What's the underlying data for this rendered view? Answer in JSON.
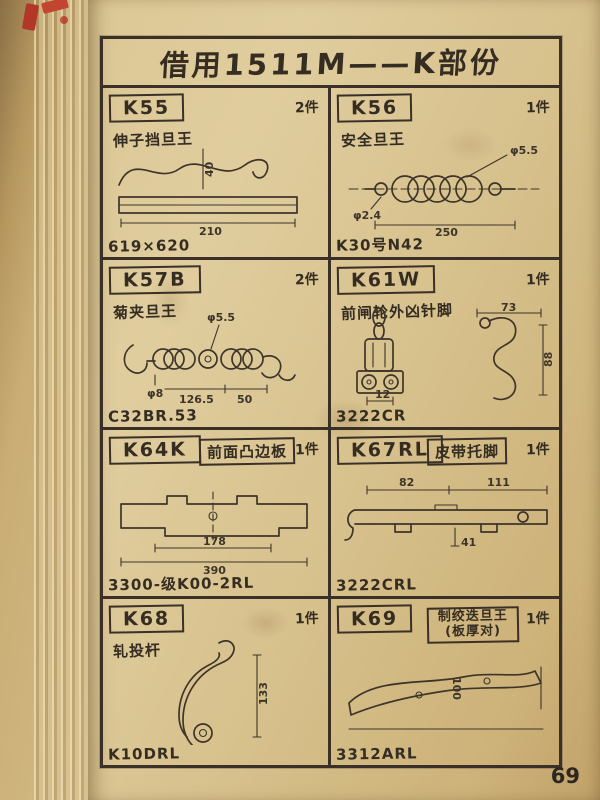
{
  "page": {
    "title": "借用1511M——K部份",
    "page_number": "69"
  },
  "cells": [
    {
      "part_no": "K55",
      "qty": "2件",
      "name": "伸子挡旦王",
      "dims": [
        "40",
        "210"
      ],
      "footer": "619×620"
    },
    {
      "part_no": "K56",
      "qty": "1件",
      "name": "安全旦王",
      "dims": [
        "φ5.5",
        "φ2.4",
        "250"
      ],
      "footer": "K30号N42"
    },
    {
      "part_no": "K57B",
      "qty": "2件",
      "name": "菊夹旦王",
      "dims": [
        "φ5.5",
        "φ8",
        "126.5",
        "50"
      ],
      "footer": "C32BR.53"
    },
    {
      "part_no": "K61W",
      "qty": "1件",
      "name": "前闸轮外凶针脚",
      "dims": [
        "73",
        "88",
        "12"
      ],
      "footer": "3222CR"
    },
    {
      "part_no": "K64K",
      "qty": "1件",
      "name": "前面凸边板",
      "dims": [
        "178",
        "390"
      ],
      "footer": "3300-级K00-2RL"
    },
    {
      "part_no": "K67RL",
      "qty": "1件",
      "name": "皮带托脚",
      "dims": [
        "82",
        "111",
        "41"
      ],
      "footer": "3222CRL"
    },
    {
      "part_no": "K68",
      "qty": "1件",
      "name": "轧投杆",
      "dims": [
        "133"
      ],
      "footer": "K10DRL"
    },
    {
      "part_no": "K69",
      "qty": "1件",
      "name": "制绞迭旦王",
      "name_note": "(板厚对)",
      "dims": [
        "100"
      ],
      "footer": "3312ARL"
    }
  ]
}
